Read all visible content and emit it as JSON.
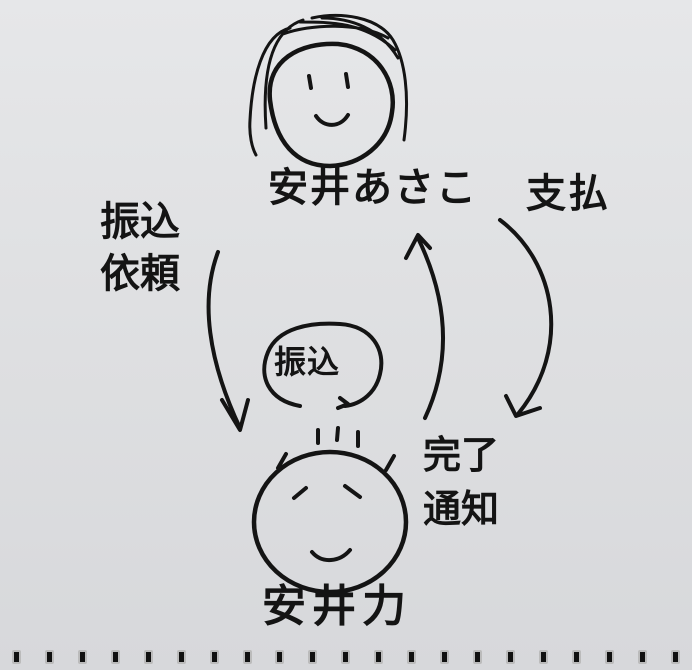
{
  "labels": {
    "top_person": "安井あさこ",
    "bottom_person": "安井力",
    "left_arrow_line1": "振込",
    "left_arrow_line2": "依頼",
    "right_arrow": "支払",
    "notice_line1": "完了",
    "notice_line2": "通知",
    "speech_bubble": "振込"
  },
  "binding_ring_count": 21
}
